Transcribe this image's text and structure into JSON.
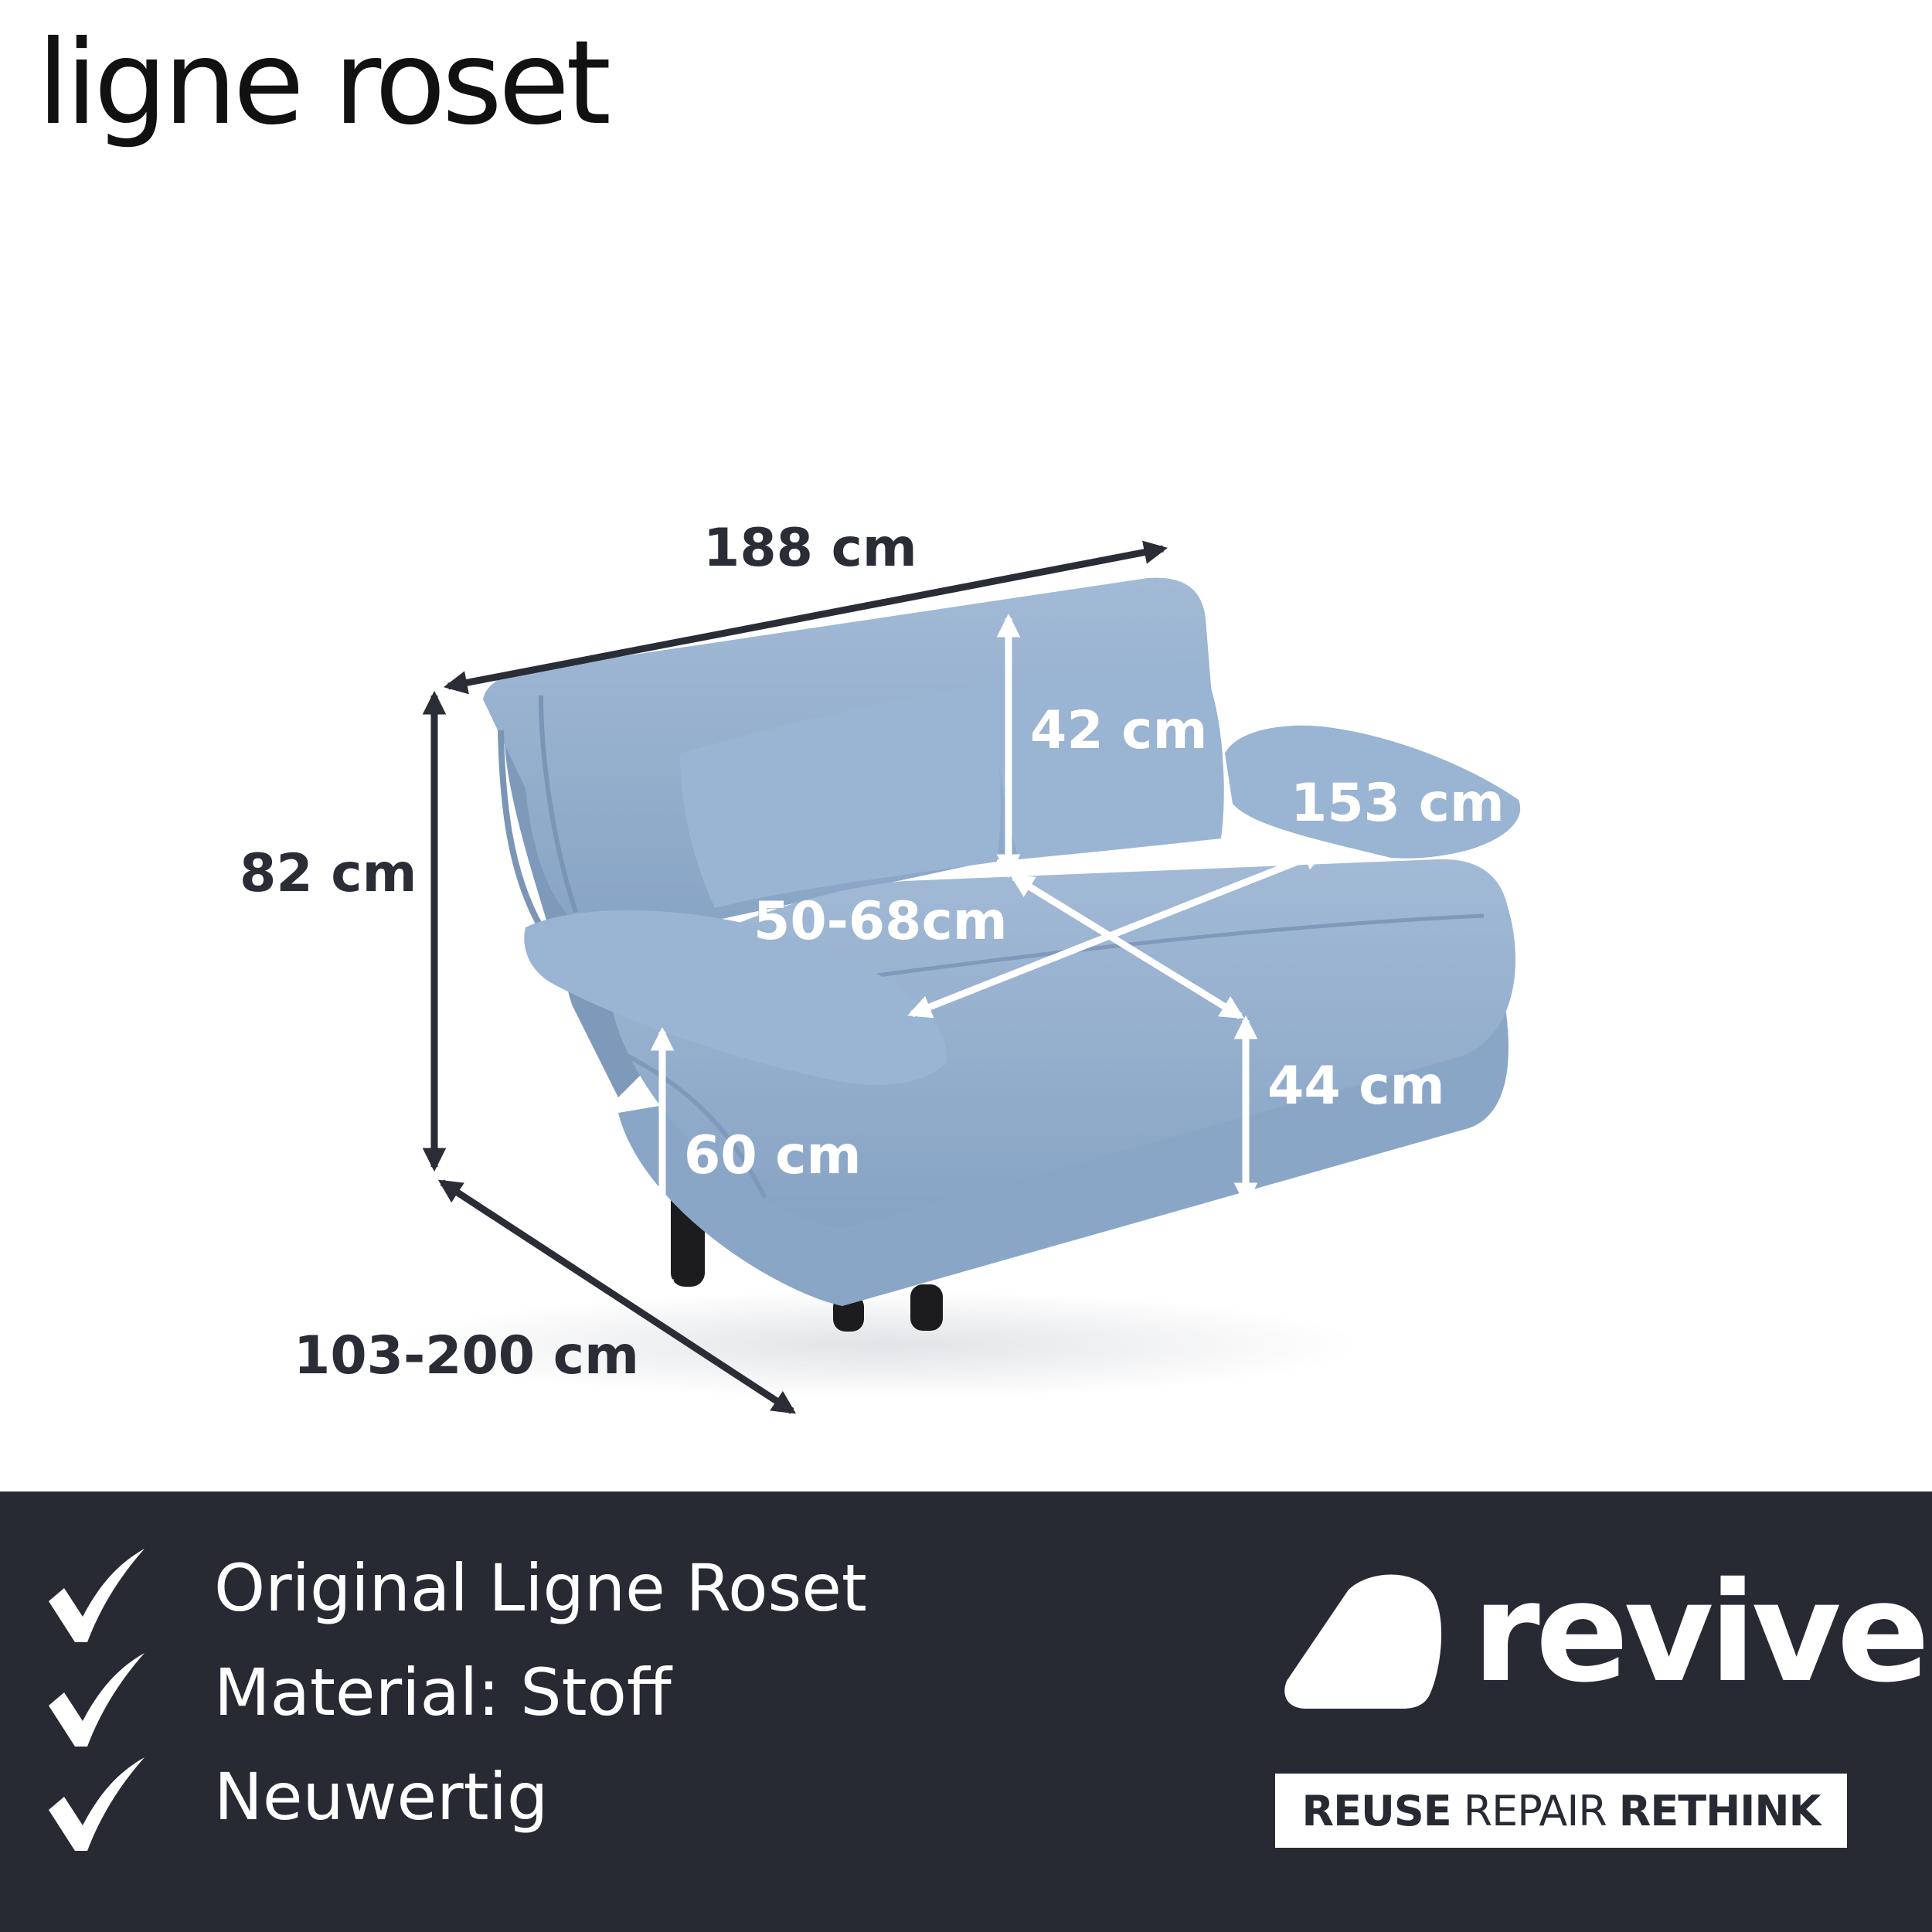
{
  "brand": {
    "name": "ligne roset"
  },
  "dimensions": {
    "width": "188 cm",
    "height": "82 cm",
    "depth": "103-200 cm",
    "back_height": "42 cm",
    "lying_length": "153 cm",
    "seat_depth": "50-68cm",
    "seat_height": "44 cm",
    "armrest_height": "60 cm"
  },
  "features": [
    {
      "label": "Original Ligne Roset",
      "icon": "check-icon"
    },
    {
      "label": "Material: Stoff",
      "icon": "check-icon"
    },
    {
      "label": "Neuwertig",
      "icon": "check-icon"
    }
  ],
  "seller": {
    "name": "revive",
    "tagline": {
      "part1": "REUSE",
      "part2": "REPAIR",
      "part3": "RETHINK"
    }
  },
  "colors": {
    "footer_bg": "#272a33",
    "sofa_fabric": "#93aecd",
    "dimension_arrow": "#2a2d36",
    "text_light": "#ffffff"
  }
}
